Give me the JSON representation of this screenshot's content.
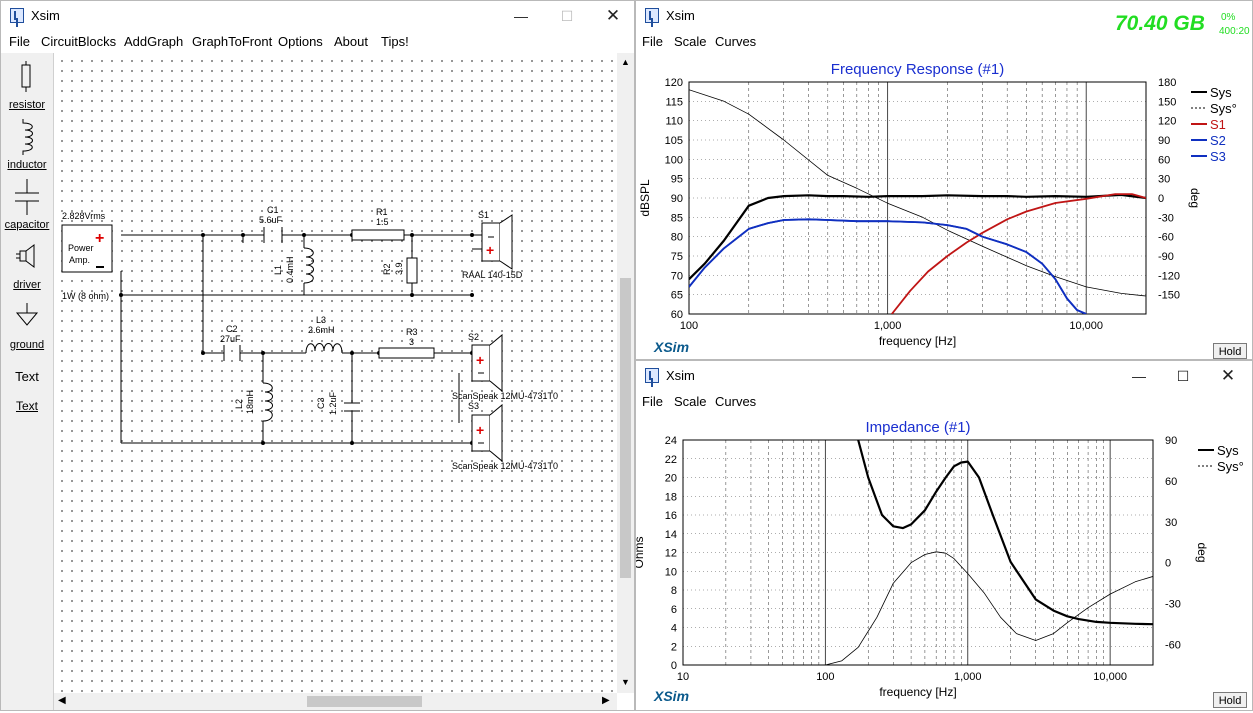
{
  "sim_window": {
    "title": "Xsim",
    "menu": [
      "File",
      "CircuitBlocks",
      "AddGraph",
      "GraphToFront",
      "Options",
      "About",
      "Tips!"
    ],
    "palette": [
      "resistor",
      "inductor",
      "capacitor",
      "driver",
      "ground",
      "Text",
      "Text"
    ]
  },
  "circuit": {
    "source": {
      "label_top": "2.828Vrms",
      "label_mid1": "Power",
      "label_mid2": "Amp.",
      "label_bottom": "1W (8 ohm)"
    },
    "C1": {
      "name": "C1",
      "value": "5.6uF"
    },
    "R1": {
      "name": "R1",
      "value": "1.5"
    },
    "L1": {
      "name": "L1",
      "value": "0.4mH"
    },
    "R2": {
      "name": "R2",
      "value": "3.9"
    },
    "S1": {
      "name": "S1",
      "model": "RAAL 140-15D"
    },
    "C2": {
      "name": "C2",
      "value": "27uF"
    },
    "L3": {
      "name": "L3",
      "value": "2.6mH"
    },
    "R3": {
      "name": "R3",
      "value": "3"
    },
    "L2": {
      "name": "L2",
      "value": "18mH"
    },
    "C3": {
      "name": "C3",
      "value": "1.2uF"
    },
    "S2": {
      "name": "S2",
      "model": "ScanSpeak 12MU-4731T0"
    },
    "S3": {
      "name": "S3",
      "model": "ScanSpeak 12MU-4731T0"
    }
  },
  "overlay": {
    "memory": "70.40 GB",
    "cpu": "0%",
    "extra": "400:20"
  },
  "freq_window": {
    "title": "Xsim",
    "menu": [
      "File",
      "Scale",
      "Curves"
    ],
    "logo": "XSim",
    "hold": "Hold"
  },
  "imp_window": {
    "title": "Xsim",
    "menu": [
      "File",
      "Scale",
      "Curves"
    ],
    "logo": "XSim",
    "hold": "Hold"
  },
  "chart_data": [
    {
      "type": "line",
      "title": "Frequency Response (#1)",
      "xlabel": "frequency [Hz]",
      "ylabel": "dBSPL",
      "y2label": "deg",
      "xscale": "log",
      "xlim": [
        100,
        20000
      ],
      "ylim": [
        60,
        120
      ],
      "y2lim": [
        -180,
        180
      ],
      "x_ticks": [
        "100",
        "1,000",
        "10,000"
      ],
      "y_ticks": [
        "60",
        "65",
        "70",
        "75",
        "80",
        "85",
        "90",
        "95",
        "100",
        "105",
        "110",
        "115",
        "120"
      ],
      "y2_ticks": [
        "-150",
        "-120",
        "-90",
        "-60",
        "-30",
        "0",
        "30",
        "60",
        "90",
        "120",
        "150",
        "180"
      ],
      "grid": true,
      "legend_position": "right",
      "series": [
        {
          "name": "Sys",
          "color": "#000000",
          "style": "solid-thick",
          "axis": "left",
          "x": [
            100,
            120,
            150,
            200,
            250,
            300,
            400,
            500,
            600,
            800,
            1000,
            1500,
            2000,
            3000,
            4000,
            5000,
            7000,
            10000,
            15000,
            20000
          ],
          "y": [
            69,
            73,
            79,
            88,
            90,
            90.5,
            90.7,
            90.5,
            90.5,
            90.3,
            90.5,
            90.5,
            90.7,
            90.5,
            90.5,
            90.3,
            90.5,
            90.3,
            90.8,
            90
          ]
        },
        {
          "name": "Sys°",
          "color": "#000000",
          "style": "thin",
          "axis": "right",
          "x": [
            100,
            150,
            200,
            300,
            500,
            700,
            1000,
            1500,
            2000,
            3000,
            5000,
            7000,
            10000,
            15000,
            20000
          ],
          "y": [
            168,
            150,
            130,
            90,
            35,
            15,
            -8,
            -30,
            -50,
            -75,
            -105,
            -122,
            -138,
            -148,
            -152
          ]
        },
        {
          "name": "S1",
          "color": "#c01515",
          "style": "solid",
          "axis": "left",
          "x": [
            1050,
            1300,
            1600,
            2000,
            2500,
            3000,
            4000,
            5000,
            7000,
            10000,
            14000,
            17000,
            20000
          ],
          "y": [
            60,
            66,
            71,
            75,
            78.5,
            81,
            84.5,
            86.5,
            88.7,
            89.8,
            91,
            91,
            90
          ]
        },
        {
          "name": "S2",
          "color": "#1030c0",
          "style": "solid",
          "axis": "left",
          "x": [
            100,
            120,
            150,
            200,
            250,
            300,
            400,
            500,
            700,
            1000,
            1500,
            2000,
            2500,
            3000,
            4000,
            5000,
            6000,
            7000,
            8000,
            9000,
            10000
          ],
          "y": [
            67,
            72,
            77,
            82,
            83.5,
            84.3,
            84.5,
            84.3,
            84,
            84,
            83.7,
            83,
            82,
            80,
            78,
            76,
            73,
            69,
            64,
            61,
            60
          ]
        },
        {
          "name": "S3",
          "color": "#1030c0",
          "style": "solid",
          "axis": "left",
          "x": [
            100,
            120,
            150,
            200,
            250,
            300,
            400,
            500,
            700,
            1000,
            1500,
            2000,
            2500,
            3000,
            4000,
            5000,
            6000,
            7000,
            8000,
            9000,
            10000
          ],
          "y": [
            67,
            72,
            77,
            82,
            83.5,
            84.3,
            84.5,
            84.3,
            84,
            84,
            83.7,
            83,
            82,
            80,
            78,
            76,
            73,
            69,
            64,
            61,
            60
          ]
        }
      ]
    },
    {
      "type": "line",
      "title": "Impedance (#1)",
      "xlabel": "frequency [Hz]",
      "ylabel": "Ohms",
      "y2label": "deg",
      "xscale": "log",
      "xlim": [
        10,
        20000
      ],
      "ylim": [
        0,
        24
      ],
      "y2lim": [
        -75,
        90
      ],
      "x_ticks": [
        "10",
        "100",
        "1,000",
        "10,000"
      ],
      "y_ticks": [
        "0",
        "2",
        "4",
        "6",
        "8",
        "10",
        "12",
        "14",
        "16",
        "18",
        "20",
        "22",
        "24"
      ],
      "y2_ticks": [
        "-60",
        "-30",
        "0",
        "30",
        "60",
        "90"
      ],
      "grid": true,
      "legend_position": "right",
      "series": [
        {
          "name": "Sys",
          "color": "#000000",
          "style": "solid-thick",
          "axis": "left",
          "x": [
            170,
            200,
            250,
            300,
            350,
            400,
            500,
            600,
            700,
            800,
            900,
            1000,
            1200,
            1500,
            2000,
            3000,
            4000,
            5000,
            6000,
            8000,
            10000,
            15000,
            20000
          ],
          "y": [
            24,
            20,
            16,
            14.8,
            14.6,
            15,
            16.5,
            18.5,
            20,
            21.2,
            21.6,
            21.7,
            20,
            16,
            11,
            7,
            5.8,
            5.2,
            4.9,
            4.6,
            4.5,
            4.4,
            4.35
          ]
        },
        {
          "name": "Sys°",
          "color": "#000000",
          "style": "thin",
          "axis": "right",
          "x": [
            100,
            130,
            170,
            230,
            300,
            400,
            500,
            600,
            700,
            800,
            1000,
            1300,
            1700,
            2200,
            3000,
            4000,
            5000,
            7000,
            10000,
            15000,
            20000
          ],
          "y": [
            -75,
            -72,
            -62,
            -40,
            -15,
            0,
            6,
            8,
            7,
            3,
            -8,
            -22,
            -40,
            -52,
            -57,
            -52,
            -44,
            -33,
            -23,
            -14,
            -10
          ]
        }
      ]
    }
  ]
}
